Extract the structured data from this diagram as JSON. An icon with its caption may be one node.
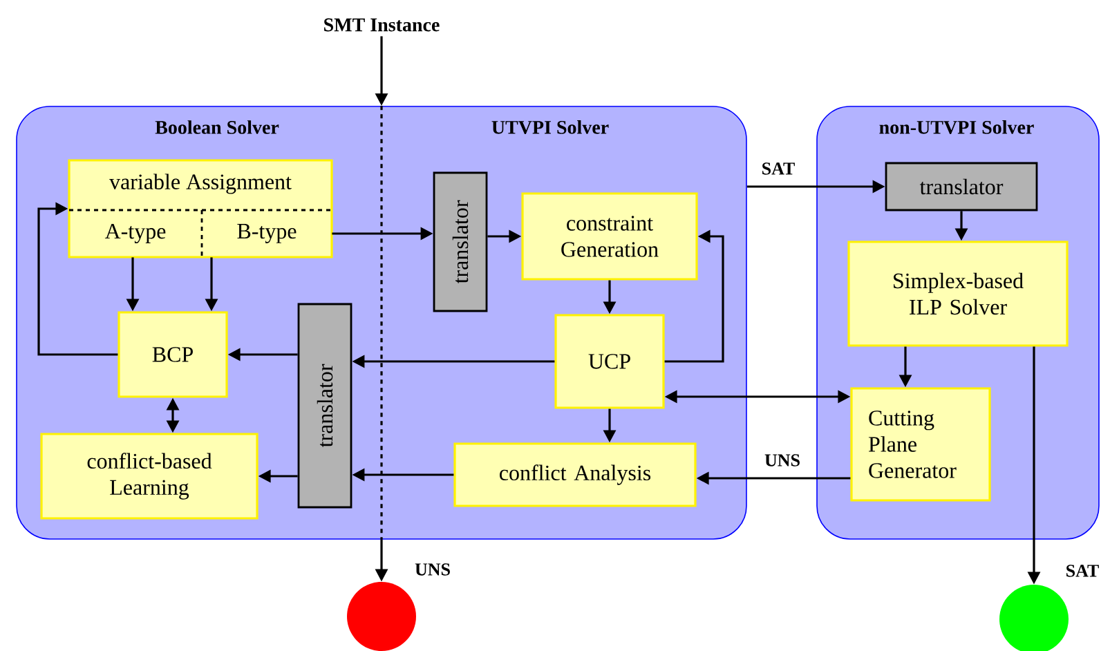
{
  "diagram": {
    "nodes": [
      {
        "text": [
          "SMT Instance"
        ]
      },
      {
        "text": [
          "Boolean Solver",
          "UTVPI Solver"
        ]
      },
      {
        "text": [
          "variable Assignment"
        ],
        "in": 1
      },
      {
        "text": [
          "A-type"
        ],
        "in": 2
      },
      {
        "text": [
          "B-type"
        ],
        "in": 2
      },
      {
        "text": [
          "BCP"
        ],
        "in": 1
      },
      {
        "text": [
          "conflict-based Learning"
        ],
        "in": 1
      },
      {
        "text": [
          "translator"
        ],
        "in": 1
      },
      {
        "text": [
          "translator"
        ],
        "in": 1
      },
      {
        "text": [
          "constraint Generation"
        ],
        "in": 1
      },
      {
        "text": [
          "UCP"
        ],
        "in": 1
      },
      {
        "text": [
          "conflict Analysis"
        ],
        "in": 1
      },
      {
        "text": [
          "non-UTVPI Solver"
        ]
      },
      {
        "text": [
          "translator"
        ],
        "in": 12
      },
      {
        "text": [
          "Simplex-based ILP Solver"
        ],
        "in": 12
      },
      {
        "text": [
          "Cutting Plane Generator"
        ],
        "in": 12
      },
      {
        "text": [],
        "shape": "circle"
      },
      {
        "text": [],
        "shape": "circle"
      }
    ],
    "edges": [
      {
        "from": 0,
        "to": 1,
        "arrow": "to"
      },
      {
        "from": 1,
        "to": 16,
        "arrow": "to",
        "label": "UNS"
      },
      {
        "from": 4,
        "to": 8,
        "arrow": "to"
      },
      {
        "from": 8,
        "to": 9,
        "arrow": "to"
      },
      {
        "from": 3,
        "to": 5,
        "arrow": "to"
      },
      {
        "from": 4,
        "to": 5,
        "arrow": "to"
      },
      {
        "from": 5,
        "to": 2,
        "arrow": "to"
      },
      {
        "from": 5,
        "to": 6,
        "arrow": "both"
      },
      {
        "from": 7,
        "to": 5,
        "arrow": "to"
      },
      {
        "from": 7,
        "to": 6,
        "arrow": "to"
      },
      {
        "from": 10,
        "to": 7,
        "arrow": "to"
      },
      {
        "from": 11,
        "to": 7,
        "arrow": "to"
      },
      {
        "from": 9,
        "to": 10,
        "arrow": "to"
      },
      {
        "from": 10,
        "to": 9,
        "arrow": "to"
      },
      {
        "from": 10,
        "to": 11,
        "arrow": "to"
      },
      {
        "from": 10,
        "to": 15,
        "arrow": "both"
      },
      {
        "from": 15,
        "to": 11,
        "arrow": "to",
        "label": "UNS"
      },
      {
        "from": 1,
        "to": 13,
        "arrow": "to",
        "label": "SAT"
      },
      {
        "from": 13,
        "to": 14,
        "arrow": "to"
      },
      {
        "from": 14,
        "to": 15,
        "arrow": "to"
      },
      {
        "from": 14,
        "to": 17,
        "arrow": "to",
        "label": "SAT"
      }
    ]
  }
}
